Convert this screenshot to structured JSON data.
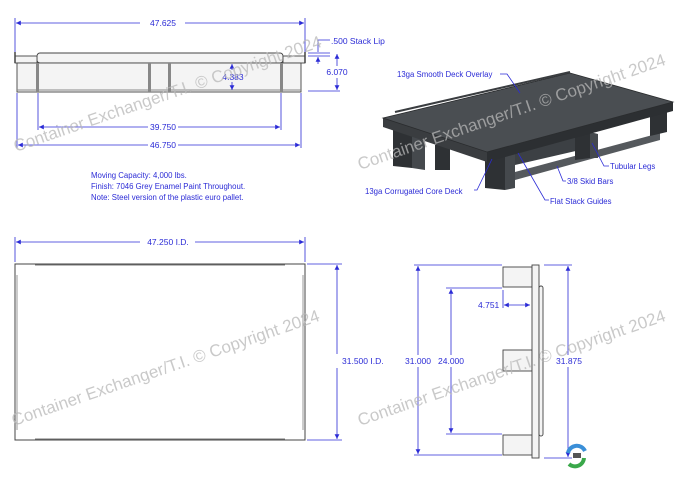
{
  "side_view": {
    "overall_length": "47.625",
    "stack_lip": ".500 Stack Lip",
    "overall_height": "6.070",
    "leg_height": "4.383",
    "inner_leg_span": "39.750",
    "base_length": "46.750"
  },
  "notes": [
    "Moving Capacity: 4,000 lbs.",
    "Finish: 7046 Grey Enamel Paint Throughout.",
    "Note: Steel version of the plastic euro pallet."
  ],
  "iso_view": {
    "callouts": {
      "deck_overlay": "13ga Smooth Deck Overlay",
      "tubular_legs": "Tubular Legs",
      "skid_bars": "3/8 Skid Bars",
      "stack_guides": "Flat Stack Guides",
      "core_deck": "13ga Corrugated Core Deck"
    }
  },
  "top_view": {
    "inner_length": "47.250 I.D.",
    "inner_width": "31.500 I.D."
  },
  "end_view": {
    "outer_leg_span": "31.000",
    "inner_leg_span": "24.000",
    "leg_depth": "4.751",
    "overall_width": "31.875"
  },
  "watermark": "Container Exchanger/T.I. © Copyright 2024",
  "colors": {
    "dimension": "#2b2bd6",
    "pallet": "#3a3d40",
    "watermark": "#b8b8b8"
  }
}
